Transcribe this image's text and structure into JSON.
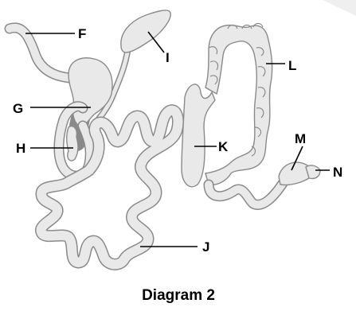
{
  "diagram": {
    "caption": "Diagram 2",
    "labels": {
      "F": "F",
      "G": "G",
      "H": "H",
      "I": "I",
      "J": "J",
      "K": "K",
      "L": "L",
      "M": "M",
      "N": "N"
    }
  }
}
